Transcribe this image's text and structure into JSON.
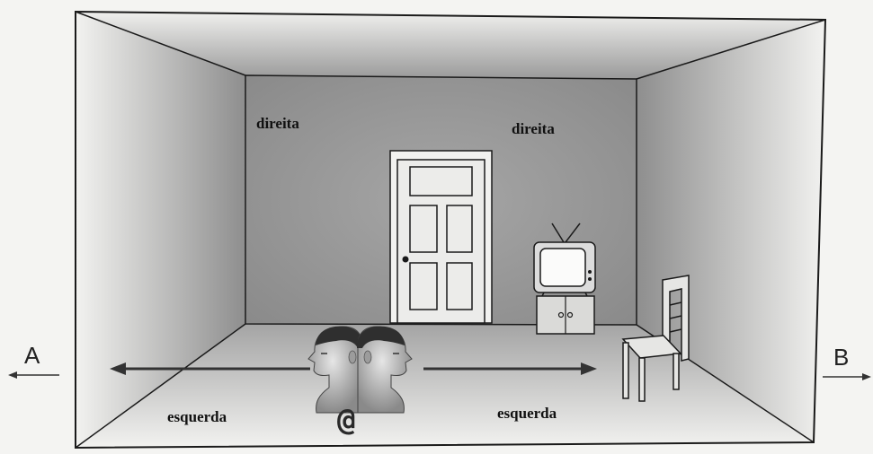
{
  "labels": {
    "back_wall_left": "direita",
    "back_wall_right": "direita",
    "floor_left": "esquerda",
    "floor_right": "esquerda",
    "side_left": "A",
    "side_right": "B",
    "at_symbol": "@"
  },
  "colors": {
    "outline": "#1a1a1a",
    "wall_shade": "#8d8d8d",
    "paper": "#f4f4f2"
  },
  "icons": {
    "door": "door-icon",
    "television": "television-icon",
    "chair": "chair-icon",
    "heads": "two-heads-icon"
  }
}
